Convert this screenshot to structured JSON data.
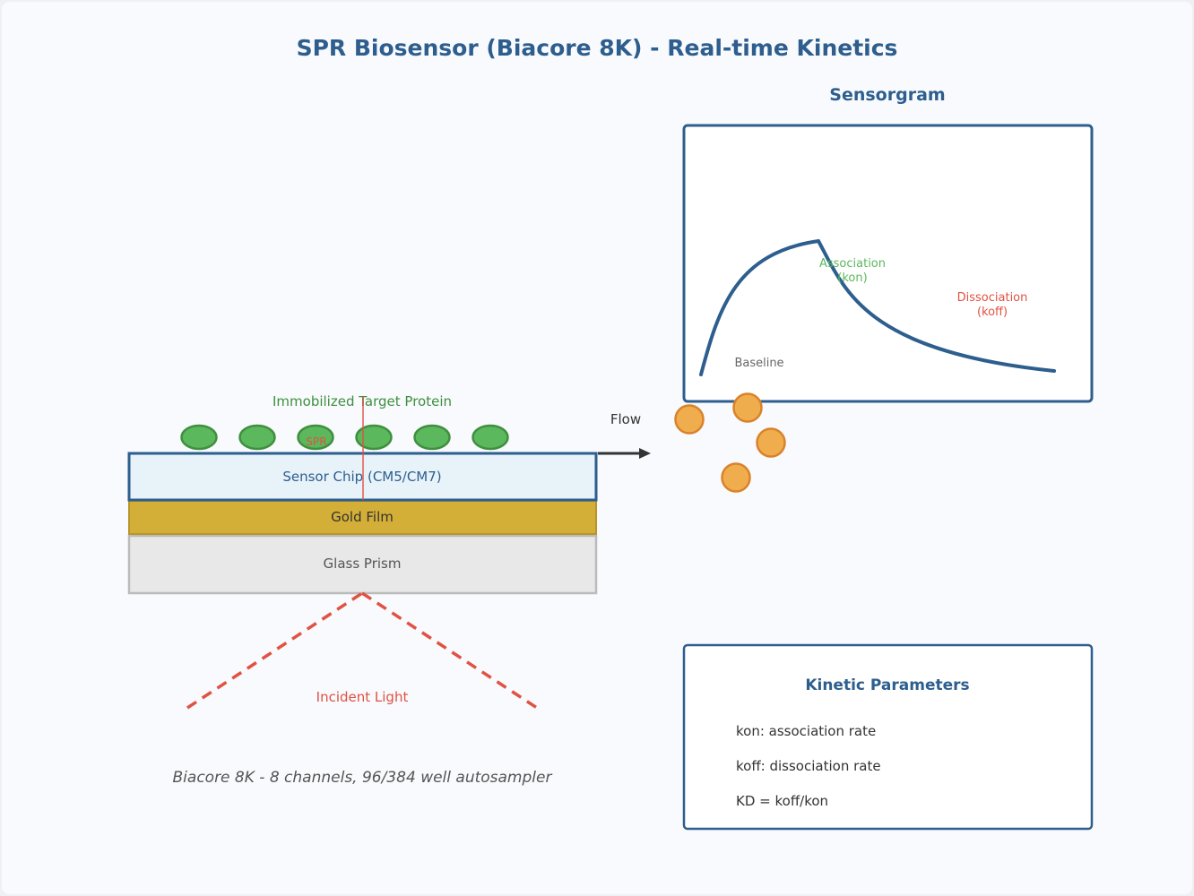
{
  "title": "SPR Biosensor (Biacore 8K) - Real-time Kinetics",
  "sensorgram": {
    "heading": "Sensorgram",
    "baseline_label": "Baseline",
    "association_label": [
      "Association",
      "(kon)"
    ],
    "dissociation_label": [
      "Dissociation",
      "(koff)"
    ]
  },
  "chip": {
    "protein_label": "Immobilized Target Protein",
    "spr_label": "SPR",
    "sensor_chip_label": "Sensor Chip (CM5/CM7)",
    "gold_film_label": "Gold Film",
    "glass_prism_label": "Glass Prism",
    "incident_light_label": "Incident Light",
    "flow_label": "Flow"
  },
  "kinetics": {
    "heading": "Kinetic Parameters",
    "items": [
      "kon: association rate",
      "koff: dissociation rate",
      "KD = koff/kon"
    ]
  },
  "caption": "Biacore 8K - 8 channels, 96/384 well autosampler",
  "colors": {
    "primary": "#2d5e8e",
    "protein": "#5cb85c",
    "analyte": "#f0ad4e",
    "light": "#e05243",
    "gold": "#d4af37"
  }
}
